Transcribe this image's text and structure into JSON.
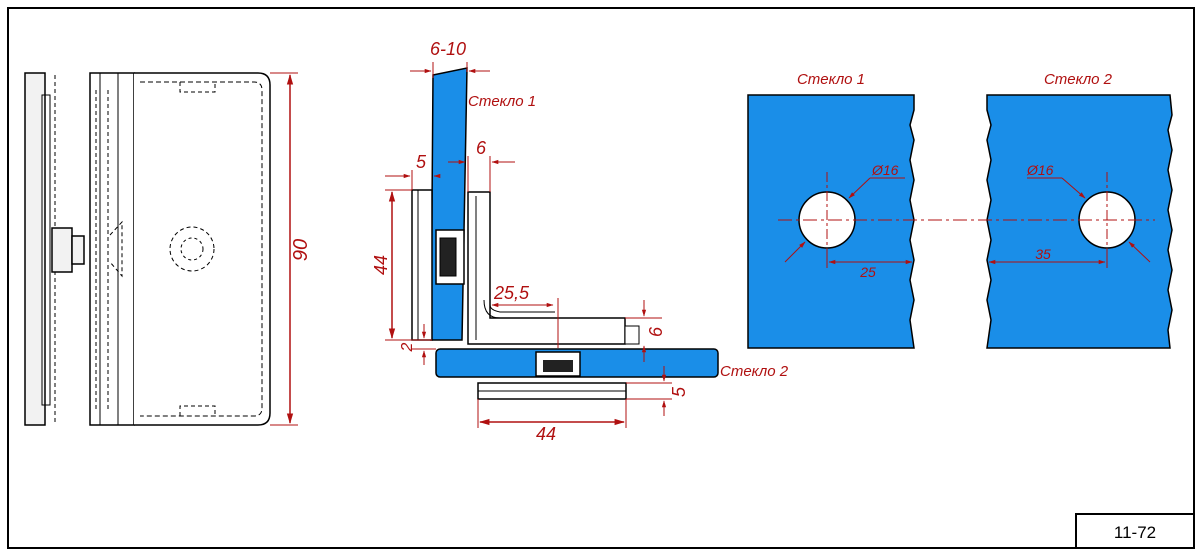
{
  "drawing_code": "11-72",
  "glass_labels": {
    "side_top": "Стекло 1",
    "side_bottom": "Стекло 2",
    "panel_left": "Стекло 1",
    "panel_right": "Стекло 2"
  },
  "dims": {
    "height_90": "90",
    "thickness": "6-10",
    "d5": "5",
    "d6_top": "6",
    "d44_vert": "44",
    "d25_5": "25,5",
    "d6_right": "6",
    "d2": "2",
    "d5_bottom": "5",
    "d44_bottom": "44",
    "hole_left": "Ø16",
    "hole_right": "Ø16",
    "offset_25": "25",
    "offset_35": "35"
  },
  "colors": {
    "glass": "#1a8ee8",
    "dimension": "#b01010",
    "outline": "#000000"
  }
}
